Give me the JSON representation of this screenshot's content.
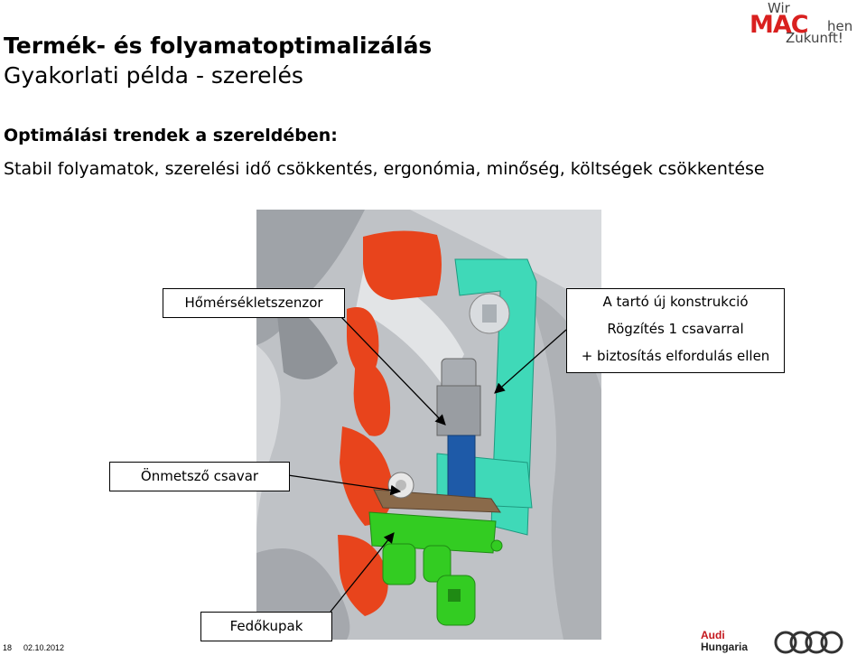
{
  "header": {
    "title": "Termék- és folyamatoptimalizálás",
    "subtitle": "Gyakorlati példa - szerelés"
  },
  "logo": {
    "wir": "Wir",
    "mac": "MAC",
    "hen": "hen",
    "zukunft": "Zukunft!",
    "accent_color": "#d9201f"
  },
  "content": {
    "heading": "Optimálási trendek a szereldében:",
    "trends": "Stabil folyamatok, szerelési idő csökkentés, ergonómia, minőség, költségek csökkentése"
  },
  "callouts": {
    "sensor": "Hőmérsékletszenzor",
    "holder_line1": "A tartó új konstrukció",
    "holder_line2": "Rögzítés 1 csavarral",
    "holder_line3": "+ biztosítás elfordulás ellen",
    "screw": "Önmetsző csavar",
    "cap": "Fedőkupak"
  },
  "footer": {
    "page_number": "18",
    "date": "02.10.2012",
    "brand_line1": "Audi",
    "brand_line2": "Hungaria"
  },
  "colors": {
    "orange_parts": "#e8441c",
    "cyan_holder": "#3fd9b8",
    "green_cap": "#33cc22",
    "blue_sensor": "#1e5aa8",
    "bracket": "#8a6a4a"
  }
}
